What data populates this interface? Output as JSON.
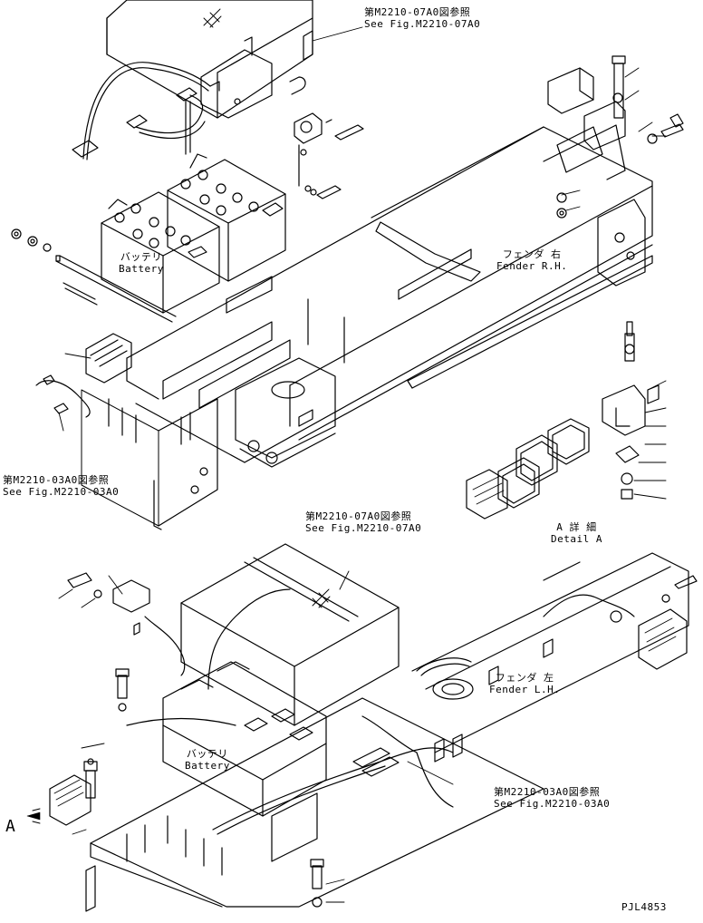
{
  "labels": {
    "ref_top": {
      "jp": "第M2210-07A0図参照",
      "en": "See Fig.M2210-07A0"
    },
    "battery_top": {
      "jp": "バッテリ",
      "en": "Battery"
    },
    "fender_rh": {
      "jp": "フェンダ 右",
      "en": "Fender R.H."
    },
    "ref_left": {
      "jp": "第M2210-03A0図参照",
      "en": "See Fig.M2210-03A0"
    },
    "detail_a": {
      "jp": "A 詳 細",
      "en": "Detail A"
    },
    "ref_mid": {
      "jp": "第M2210-07A0図参照",
      "en": "See Fig.M2210-07A0"
    },
    "fender_lh": {
      "jp": "フェンダ 左",
      "en": "Fender L.H."
    },
    "battery_bottom": {
      "jp": "バッテリ",
      "en": "Battery"
    },
    "ref_bottom": {
      "jp": "第M2210-03A0図参照",
      "en": "See Fig.M2210-03A0"
    },
    "view_a": "A",
    "code": "PJL4853"
  }
}
